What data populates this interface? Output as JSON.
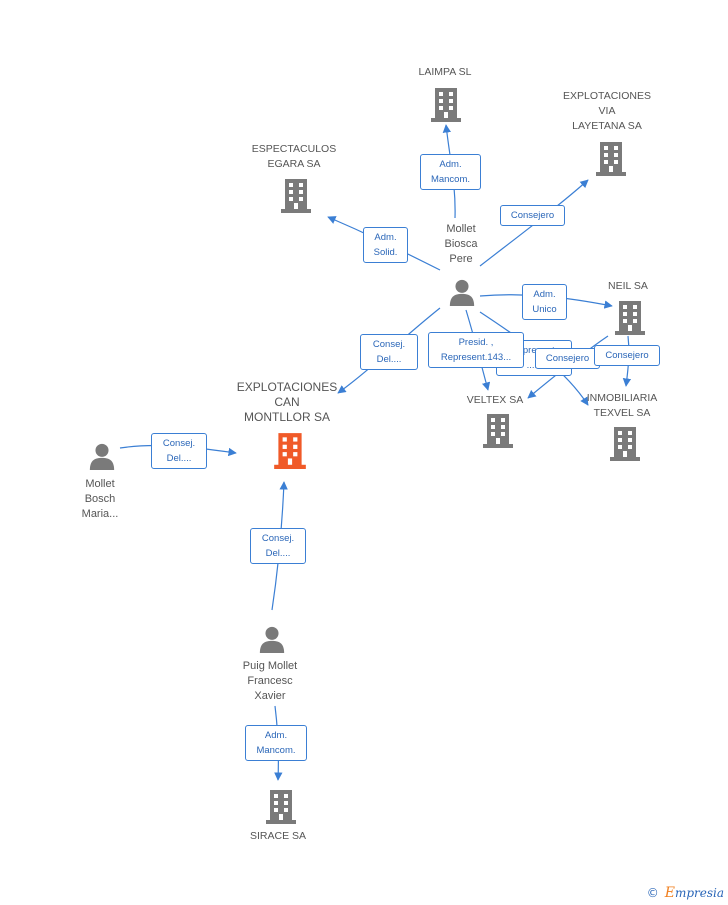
{
  "colors": {
    "edge": "#3b7fd4",
    "building": "#7a7a7a",
    "focus_building": "#f05a28",
    "person": "#7a7a7a"
  },
  "nodes": {
    "laimpa": {
      "label": "LAIMPA SL",
      "icon": "building-icon"
    },
    "via_layetana": {
      "label": "EXPLOTACIONES\nVIA\nLAYETANA SA",
      "icon": "building-icon"
    },
    "espectaculos": {
      "label": "ESPECTACULOS\nEGARA SA",
      "icon": "building-icon"
    },
    "mollet_pere": {
      "label": "Mollet\nBiosca\nPere",
      "icon": "person-icon"
    },
    "neil": {
      "label": "NEIL SA",
      "icon": "building-icon"
    },
    "can_montllor": {
      "label": "EXPLOTACIONES\nCAN\nMONTLLOR SA",
      "icon": "building-icon"
    },
    "veltex": {
      "label": "VELTEX SA",
      "icon": "building-icon"
    },
    "texvel": {
      "label": "INMOBILIARIA\nTEXVEL SA",
      "icon": "building-icon"
    },
    "mollet_maria": {
      "label": "Mollet\nBosch\nMaria...",
      "icon": "person-icon"
    },
    "puig_mollet": {
      "label": "Puig Mollet\nFrancesc\nXavier",
      "icon": "person-icon"
    },
    "sirace": {
      "label": "SIRACE SA",
      "icon": "building-icon"
    }
  },
  "relations": {
    "pere_laimpa": "Adm.\nMancom.",
    "pere_layetana": "Consejero",
    "pere_espectaculos": "Adm.\nSolid.",
    "pere_neil": "Adm.\nUnico",
    "pere_montllor": "Consej.\nDel....",
    "pere_veltex": "Presid. ,\nRepresent.143...",
    "pere_texvel": "Represent.\n...R",
    "neil_veltex": "Consejero",
    "neil_texvel": "Consejero",
    "maria_montllor": "Consej.\nDel....",
    "puig_montllor": "Consej.\nDel....",
    "puig_sirace": "Adm.\nMancom."
  },
  "brand": {
    "copyright": "©",
    "name_first": "E",
    "name_rest": "mpresia"
  }
}
